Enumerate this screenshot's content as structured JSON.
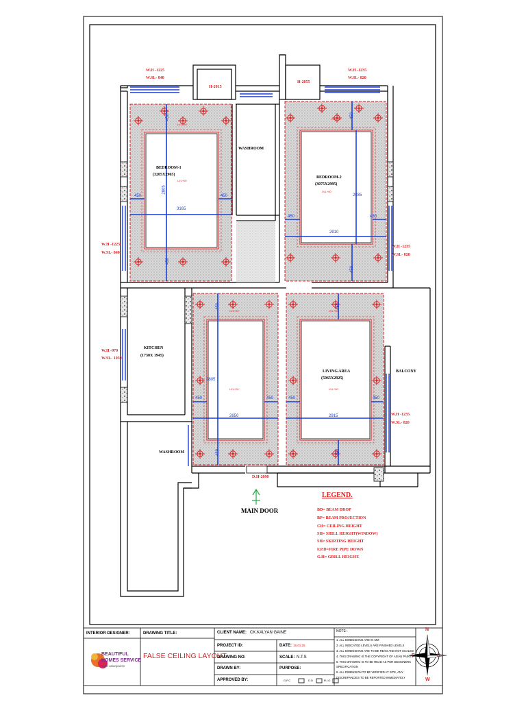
{
  "plan": {
    "rooms": {
      "bedroom1": {
        "name": "BEDROOM-1",
        "size": "(3205X2965)"
      },
      "bedroom2": {
        "name": "BEDROOM-2",
        "size": "(3075X2995)"
      },
      "washroom_top": "WASHROOM",
      "kitchen": {
        "name": "KITCHEN",
        "size": "(1730X 1945)"
      },
      "living": {
        "name": "LIVING AREA",
        "size": "(5965X2925)"
      },
      "balcony": "BALCONY",
      "washroom_bottom": "WASHROOM"
    },
    "window_tags": {
      "bed1_top": [
        "W.H -1225",
        "W.SL- 840"
      ],
      "bed2_top": [
        "W.H -1235",
        "W.SL- 820"
      ],
      "bed1_left": [
        "W.H -1225",
        "W.SL- 840"
      ],
      "bed2_right": [
        "W.H -1235",
        "W.SL- 820"
      ],
      "kitchen_left": [
        "W.H -970",
        "W.SL- 1030"
      ],
      "living_right": [
        "W.H -1235",
        "W.SL- 820"
      ]
    },
    "heights": {
      "h1": "H-2015",
      "h2": "H-2055",
      "door": "D.H-2090"
    },
    "main_door": "MAIN DOOR",
    "level_tag": "LVL+00",
    "dims": {
      "b1_top_drop": "450",
      "b1_height": "2805",
      "b1_left": "450",
      "b1_right": "450",
      "b1_width": "3165",
      "b1_bottom_drop": "450",
      "b2_top_drop": "450",
      "b2_height": "2935",
      "b2_left": "450",
      "b2_right": "450",
      "b2_width": "2910",
      "b2_bottom_drop": "450",
      "l1_top_drop": "450",
      "l1_height": "2805",
      "l1_left": "450",
      "l1_right": "450",
      "l1_width": "2650",
      "l1_bottom_drop": "450",
      "l2_top_drop": "450",
      "l2_left": "450",
      "l2_right": "450",
      "l2_width": "2915",
      "l2_bottom_drop": "450"
    }
  },
  "legend": {
    "title": "LEGEND.",
    "items": [
      "BD= BEAM DROP",
      "BP= BEAM PROJECTION",
      "CH= CEILING HEIGHT",
      "SH= SHILL HEIGHT(WINDOW)",
      "SH= SKIRTING HEIGHT",
      "F.P.D=FIRE PIPE DOWN",
      "G.H= GRILL HEIGHT."
    ]
  },
  "title_block": {
    "interior_designer_label": "INTERIOR DESIGNER:",
    "drawing_title_label": "DRAWING TITLE:",
    "drawing_title": "FALSE CEILING LAYOUT",
    "client_label": "CLIENT NAME:",
    "client_value": "CK.KALYAN GAINE",
    "project_id_label": "PROJECT ID:",
    "date_label": "DATE:",
    "date_value": "15.01.25",
    "drawing_no_label": "DRAWING NO:",
    "scale_label": "SCALE:",
    "scale_value": "N.T.S",
    "drawn_by_label": "DRAWN BY:",
    "purpose_label": "PURPOSE:",
    "approved_by_label": "APPROVED BY:",
    "purpose_opts": [
      "G.F.C",
      "D.D",
      "R.I.O"
    ],
    "logo_line1": "BEAUTIFUL",
    "logo_line2": "HOMES SERVICE",
    "logo_line3": "with asianpaints",
    "notes_label": "NOTE:-",
    "notes": [
      "1.   ALL DIMENSIONS ARE IN MM",
      "2.   ALL INDICATED LEVELS ARE FINISHED LEVELS",
      "3.   ALL DIMENSIONS ARE TO BE READ AND NOT SCALED",
      "4.   THIS DRAWING IS THE COPYRIGHT OF ASIAN PAINTS",
      "5.   THIS DRAWING IS TO BE READ AS PER DESIGNERS",
      "      SPECIFICATION",
      "6.   ALL DIMENSION TO BE VERIFIED AT SITE, ANY",
      "      DISCREPANCIES TO BE REPORTED IMMEDIATELY"
    ],
    "compass": {
      "n": "N",
      "s": "S",
      "e": "E",
      "w": "W"
    }
  },
  "colors": {
    "wall": "#000000",
    "dim": "#1a3fd8",
    "red": "#e02020",
    "hatch": "#9a9a9a"
  }
}
